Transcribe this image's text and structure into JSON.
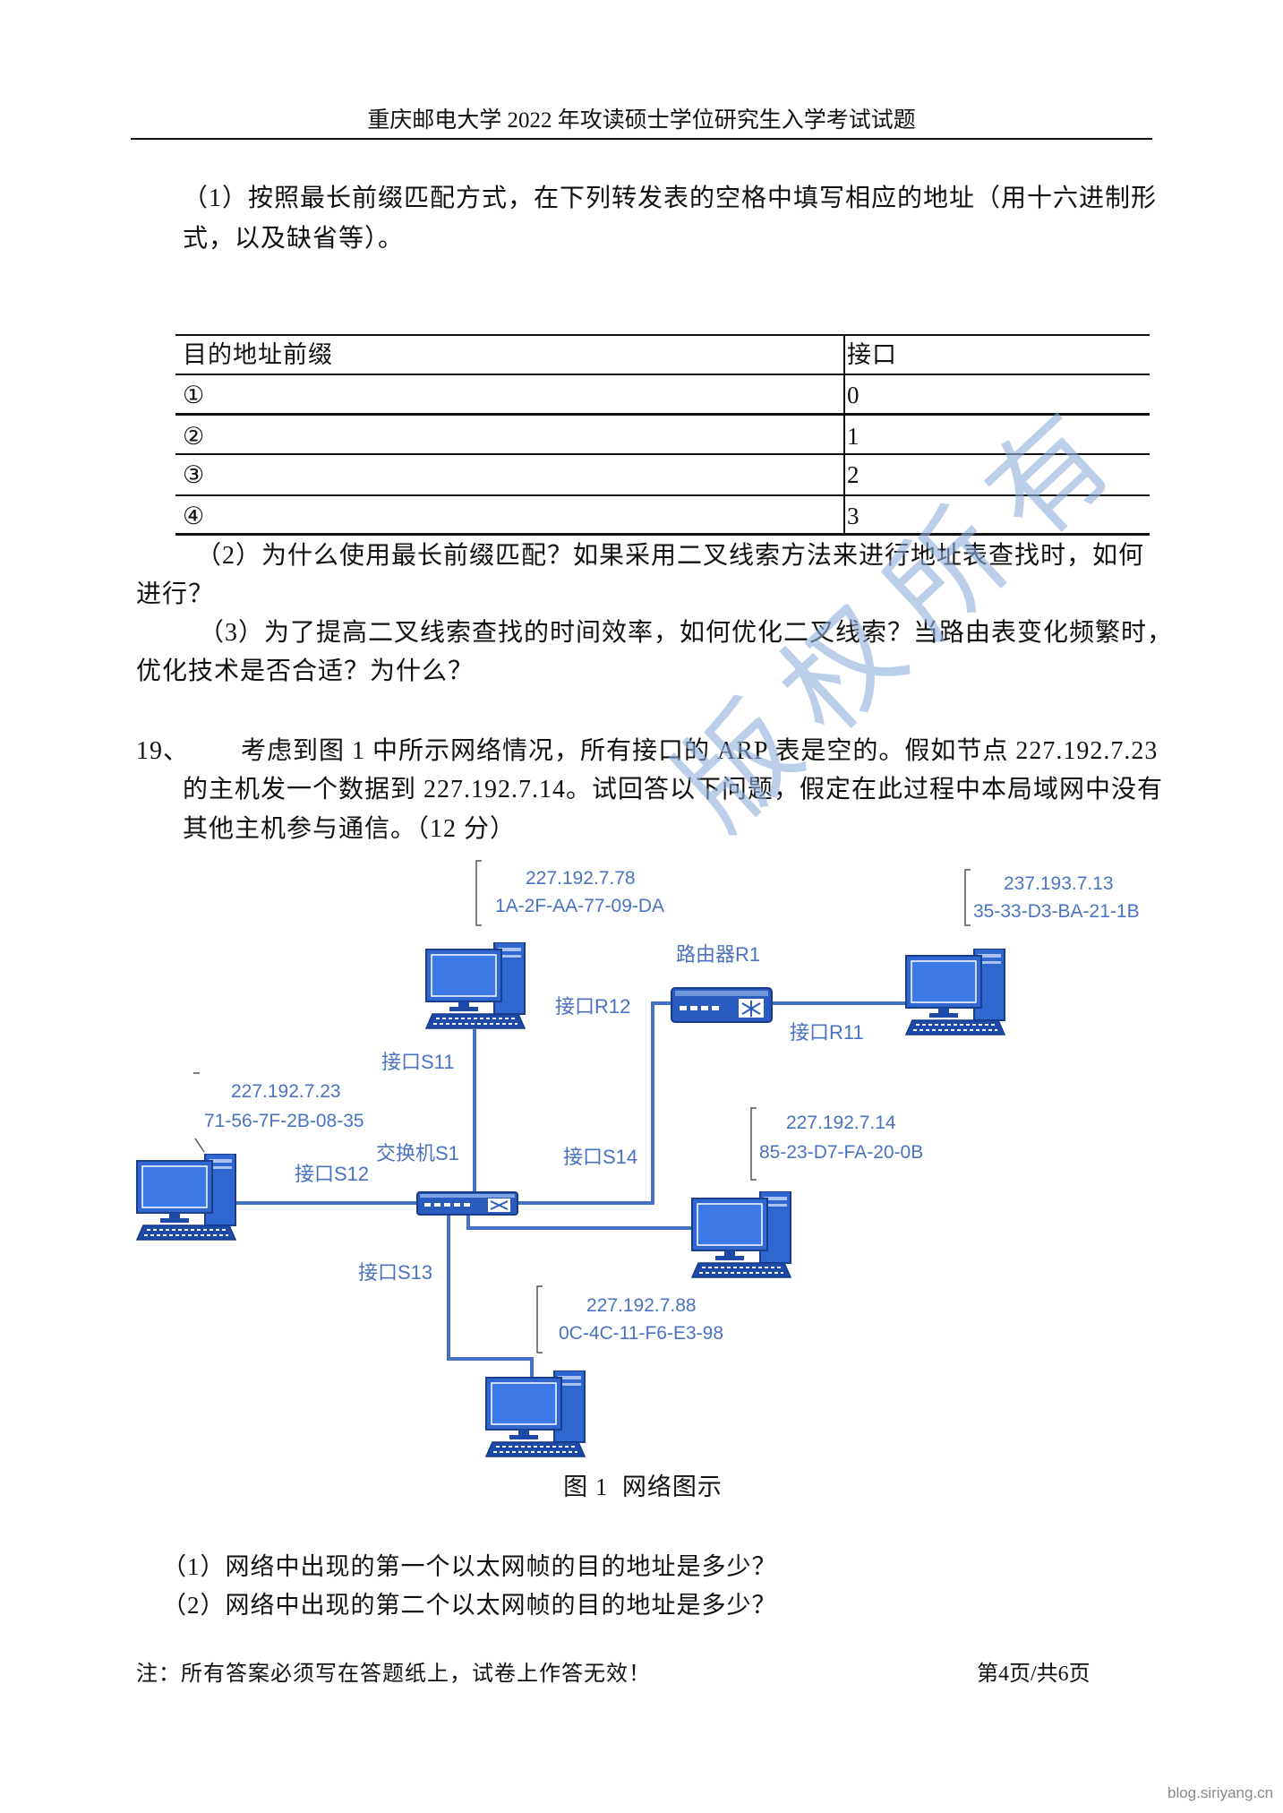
{
  "header": {
    "title": "重庆邮电大学 2022 年攻读硕士学位研究生入学考试试题"
  },
  "q18": {
    "part1_lines": [
      "（1）按照最长前缀匹配方式，在下列转发表的空格中填写相应的地址（用十六进制形",
      "式，以及缺省等）。"
    ],
    "table": {
      "headers": [
        "目的地址前缀",
        "接口"
      ],
      "rows": [
        {
          "prefix": "①",
          "interface": "0"
        },
        {
          "prefix": "②",
          "interface": "1"
        },
        {
          "prefix": "③",
          "interface": "2"
        },
        {
          "prefix": "④",
          "interface": "3"
        }
      ]
    },
    "part2_lines": [
      "（2）为什么使用最长前缀匹配？如果采用二叉线索方法来进行地址表查找时，如何",
      "进行？"
    ],
    "part3_lines": [
      "（3）为了提高二叉线索查找的时间效率，如何优化二叉线索？当路由表变化频繁时，",
      "优化技术是否合适？为什么？"
    ]
  },
  "q19": {
    "number": "19、",
    "lines": [
      "考虑到图 1 中所示网络情况，所有接口的 ARP 表是空的。假如节点 227.192.7.23",
      "的主机发一个数据到 227.192.7.14。试回答以下问题，假定在此过程中本局域网中没有",
      "其他主机参与通信。（12 分）"
    ],
    "figure": {
      "caption": "图 1  网络图示",
      "hosts": [
        {
          "ip": "227.192.7.78",
          "mac": "1A-2F-AA-77-09-DA"
        },
        {
          "ip": "237.193.7.13",
          "mac": "35-33-D3-BA-21-1B"
        },
        {
          "ip": "227.192.7.23",
          "mac": "71-56-7F-2B-08-35"
        },
        {
          "ip": "227.192.7.14",
          "mac": "85-23-D7-FA-20-0B"
        },
        {
          "ip": "227.192.7.88",
          "mac": "0C-4C-11-F6-E3-98"
        }
      ],
      "router": {
        "label": "路由器R1"
      },
      "switch": {
        "label": "交换机S1"
      },
      "interfaces": {
        "r12": "接口R12",
        "r11": "接口R11",
        "s11": "接口S11",
        "s12": "接口S12",
        "s13": "接口S13",
        "s14": "接口S14"
      },
      "icons": {
        "host": "desktop-computer-icon",
        "router": "router-icon",
        "switch": "network-switch-icon"
      }
    },
    "questions": [
      "（1）网络中出现的第一个以太网帧的目的地址是多少？",
      "（2）网络中出现的第二个以太网帧的目的地址是多少？"
    ]
  },
  "footer": {
    "note": "注：所有答案必须写在答题纸上，试卷上作答无效！",
    "page": "第4页/共6页"
  },
  "watermarks": {
    "diagonal": "版权所有",
    "site": "blog.siriyang.cn"
  },
  "colors": {
    "text": "#111111",
    "diagram_label": "#4a72c0",
    "link_line": "#4472c4",
    "device_blue": "#2f66d0",
    "watermark": "#8fb0de"
  }
}
